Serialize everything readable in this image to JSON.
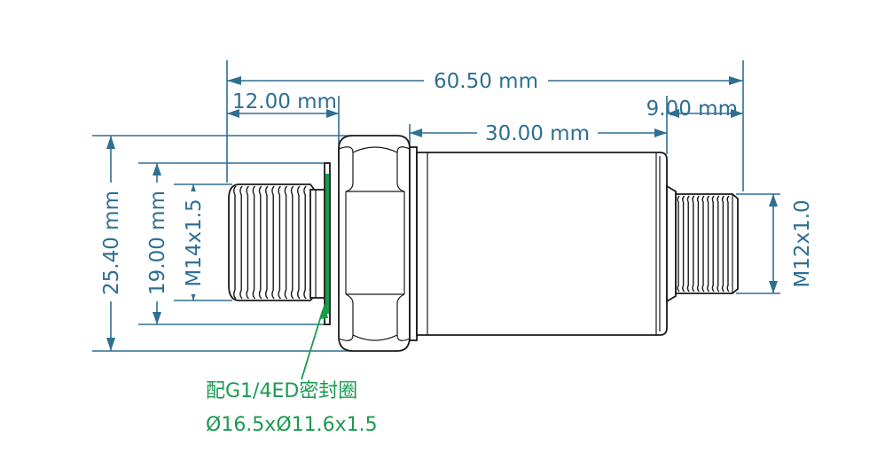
{
  "dimensions": {
    "overall_length": "60.50 mm",
    "thread_length": "12.00 mm",
    "body_length": "30.00 mm",
    "connector_length": "9.00 mm",
    "hex_across": "25.40 mm",
    "seal_diameter": "19.00 mm",
    "inlet_thread": "M14x1.5",
    "connector_thread": "M12x1.0"
  },
  "note": {
    "line1": "配G1/4ED密封圈",
    "line2": "Ø16.5xØ11.6x1.5"
  },
  "colors": {
    "dimension": "#2f6f93",
    "note": "#1b9a52",
    "outline": "#1a1a1a"
  }
}
